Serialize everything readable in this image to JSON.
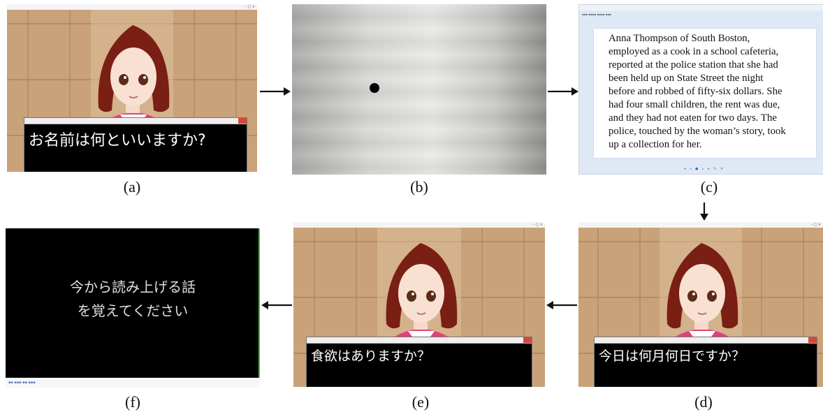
{
  "panels": {
    "a": {
      "caption": "(a)",
      "question": "お名前は何といいますか?"
    },
    "b": {
      "caption": "(b)"
    },
    "c": {
      "caption": "(c)",
      "story_lines": [
        "Anna Thompson of South Boston,",
        "employed as a cook in a school cafeteria,",
        "reported at the police station that she had",
        "been held up on State Street the night",
        "before and robbed of fifty-six dollars. She",
        "had four small children, the rent was due,",
        "and they had not eaten for two days. The",
        "police, touched by the woman’s story, took",
        "up a collection for her."
      ]
    },
    "d": {
      "caption": "(d)",
      "question": "今日は何月何日ですか？"
    },
    "e": {
      "caption": "(e)",
      "question": "食欲はありますか？"
    },
    "f": {
      "caption": "(f)",
      "instruction_line1": "今から読み上げる話",
      "instruction_line2": "を覚えてください"
    }
  },
  "colors": {
    "wall": "#c9a27a",
    "hair": "#7a1f14",
    "vest": "#e0427a",
    "bow": "#f3a8bf",
    "dialog_bg": "#000000",
    "dialog_text": "#ffffff"
  }
}
